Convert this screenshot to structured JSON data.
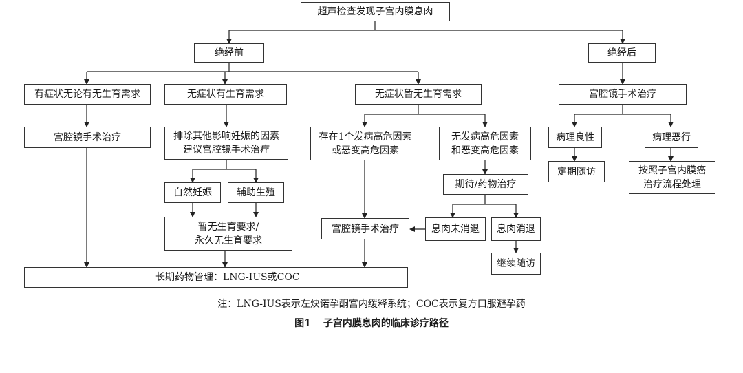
{
  "flowchart": {
    "root": "超声检查发现子宫内膜息肉",
    "premenopause": "绝经前",
    "postmenopause": "绝经后",
    "symptomatic": "有症状无论有无生育需求",
    "asymptomatic_fertility": "无症状有生育需求",
    "asymptomatic_no_fertility": "无症状暂无生育需求",
    "hysteroscopy_post": "宫腔镜手术治疗",
    "hysteroscopy_symptomatic": "宫腔镜手术治疗",
    "exclude_factors": "排除其他影响妊娠的因素\n建议宫腔镜手术治疗",
    "high_risk": "存在1个发病高危因素\n或恶变高危因素",
    "no_high_risk": "无发病高危因素\n和恶变高危因素",
    "benign": "病理良性",
    "malignant": "病理恶行",
    "natural_pregnancy": "自然妊娠",
    "assisted_reproduction": "辅助生殖",
    "expectant": "期待/药物治疗",
    "followup_regular": "定期随访",
    "endometrial_cancer_protocol": "按照子宫内膜癌\n治疗流程处理",
    "no_fertility_need": "暂无生育要求/\n永久无生育要求",
    "hysteroscopy_mid": "宫腔镜手术治疗",
    "polyp_persist": "息肉未消退",
    "polyp_resolved": "息肉消退",
    "continue_followup": "继续随访",
    "long_term": "长期药物管理：LNG-IUS或COC"
  },
  "note": "注：LNG-IUS表示左炔诺孕酮宫内缓释系统；COC表示复方口服避孕药",
  "caption": {
    "number": "图1",
    "title": "子宫内膜息肉的临床诊疗路径"
  }
}
